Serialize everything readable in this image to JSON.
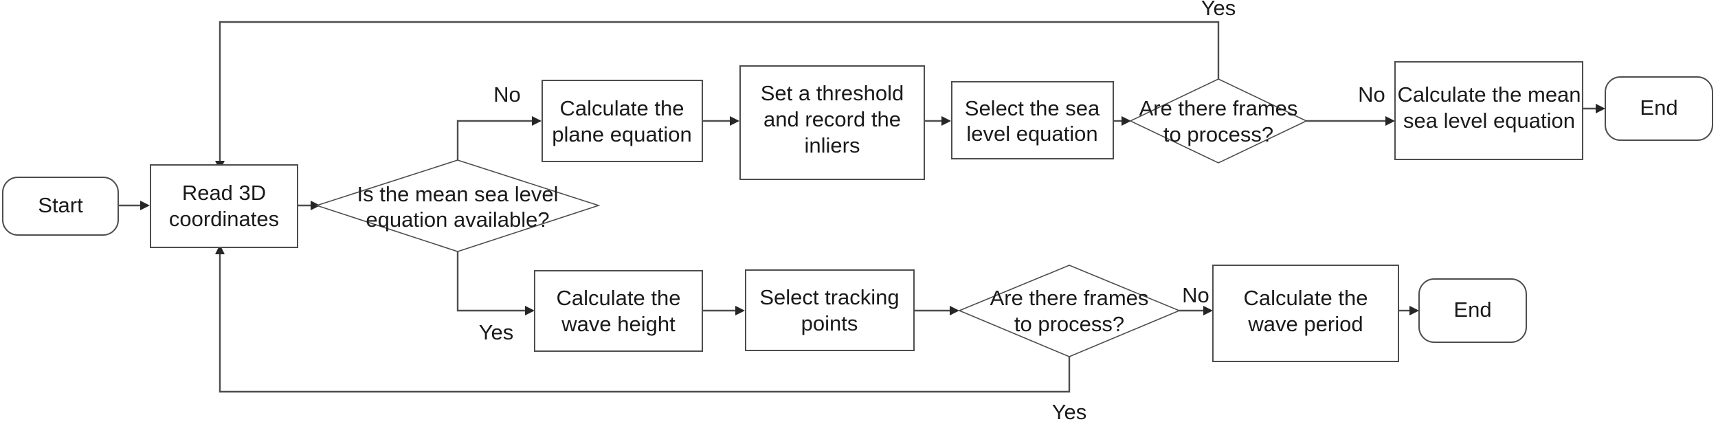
{
  "diagram": {
    "title": "Wave measurement processing flowchart",
    "type": "flowchart",
    "orientation": "left-to-right",
    "colors": {
      "shape_stroke": "#4d4d4d",
      "shape_fill": "#ffffff",
      "text": "#1a1a1a",
      "edge": "#4d4d4d",
      "background": "#ffffff"
    },
    "nodes": [
      {
        "id": "start",
        "shape": "rounded-rectangle",
        "label": "Start"
      },
      {
        "id": "read3d",
        "shape": "rectangle",
        "label_line1": "Read 3D",
        "label_line2": "coordinates"
      },
      {
        "id": "decision_msl",
        "shape": "diamond",
        "label_line1": "Is the mean sea level",
        "label_line2": "equation available?"
      },
      {
        "id": "calc_plane",
        "shape": "rectangle",
        "label_line1": "Calculate the",
        "label_line2": "plane equation"
      },
      {
        "id": "set_threshold",
        "shape": "rectangle",
        "label_line1": "Set a threshold",
        "label_line2": "and record the",
        "label_line3": "inliers"
      },
      {
        "id": "select_sea_level",
        "shape": "rectangle",
        "label_line1": "Select the sea",
        "label_line2": "level equation"
      },
      {
        "id": "decision_frames_top",
        "shape": "diamond",
        "label_line1": "Are there frames",
        "label_line2": "to process?"
      },
      {
        "id": "calc_mean_msl",
        "shape": "rectangle",
        "label_line1": "Calculate the mean",
        "label_line2": "sea level equation"
      },
      {
        "id": "end_top",
        "shape": "rounded-rectangle",
        "label": "End"
      },
      {
        "id": "calc_wave_height",
        "shape": "rectangle",
        "label_line1": "Calculate the",
        "label_line2": "wave height"
      },
      {
        "id": "select_tracking",
        "shape": "rectangle",
        "label_line1": "Select tracking",
        "label_line2": "points"
      },
      {
        "id": "decision_frames_bottom",
        "shape": "diamond",
        "label_line1": "Are there frames",
        "label_line2": "to process?"
      },
      {
        "id": "calc_wave_period",
        "shape": "rectangle",
        "label_line1": "Calculate the",
        "label_line2": "wave period"
      },
      {
        "id": "end_bottom",
        "shape": "rounded-rectangle",
        "label": "End"
      }
    ],
    "edge_labels": {
      "msl_no": "No",
      "msl_yes": "Yes",
      "frames_top_no": "No",
      "frames_top_yes": "Yes",
      "frames_bottom_no": "No",
      "frames_bottom_yes": "Yes"
    },
    "edges": [
      {
        "from": "start",
        "to": "read3d",
        "label": ""
      },
      {
        "from": "read3d",
        "to": "decision_msl",
        "label": ""
      },
      {
        "from": "decision_msl",
        "to": "calc_plane",
        "label": "No"
      },
      {
        "from": "calc_plane",
        "to": "set_threshold",
        "label": ""
      },
      {
        "from": "set_threshold",
        "to": "select_sea_level",
        "label": ""
      },
      {
        "from": "select_sea_level",
        "to": "decision_frames_top",
        "label": ""
      },
      {
        "from": "decision_frames_top",
        "to": "calc_mean_msl",
        "label": "No"
      },
      {
        "from": "calc_mean_msl",
        "to": "end_top",
        "label": ""
      },
      {
        "from": "decision_frames_top",
        "to": "read3d",
        "label": "Yes"
      },
      {
        "from": "decision_msl",
        "to": "calc_wave_height",
        "label": "Yes"
      },
      {
        "from": "calc_wave_height",
        "to": "select_tracking",
        "label": ""
      },
      {
        "from": "select_tracking",
        "to": "decision_frames_bottom",
        "label": ""
      },
      {
        "from": "decision_frames_bottom",
        "to": "calc_wave_period",
        "label": "No"
      },
      {
        "from": "calc_wave_period",
        "to": "end_bottom",
        "label": ""
      },
      {
        "from": "decision_frames_bottom",
        "to": "read3d",
        "label": "Yes"
      }
    ]
  }
}
